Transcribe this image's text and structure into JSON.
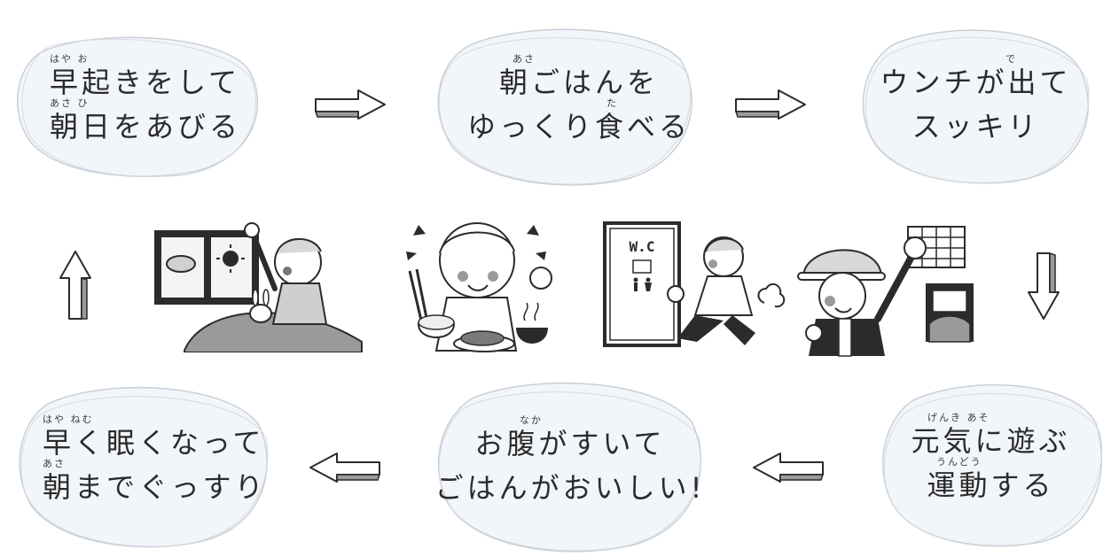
{
  "steps": [
    {
      "line1": "早起きをして",
      "ruby1": "はや お",
      "line2": "朝日をあびる",
      "ruby2": "あさ ひ"
    },
    {
      "line1": "朝ごはんを",
      "ruby1": "あさ",
      "line2": "ゆっくり食べる",
      "ruby2": "た"
    },
    {
      "line1": "ウンチが出て",
      "ruby1": "で",
      "line2": "スッキリ",
      "ruby2": ""
    },
    {
      "line1": "元気に遊ぶ",
      "ruby1": "げんき あそ",
      "line2": "運動する",
      "ruby2": "うんどう"
    },
    {
      "line1": "お腹がすいて",
      "ruby1": "なか",
      "line2": "ごはんがおいしい!",
      "ruby2": ""
    },
    {
      "line1": "早く眠くなって",
      "ruby1": "はや ねむ",
      "line2": "朝までぐっすり",
      "ruby2": "あさ"
    }
  ],
  "illustrations": {
    "toilet_sign": "W.C"
  },
  "colors": {
    "bubble_fill": "#f2f6fa",
    "bubble_stroke": "#c9d0d6",
    "ink": "#2b2b2b",
    "arrow_fill": "#ffffff",
    "arrow_shade": "#9a9a9a"
  }
}
